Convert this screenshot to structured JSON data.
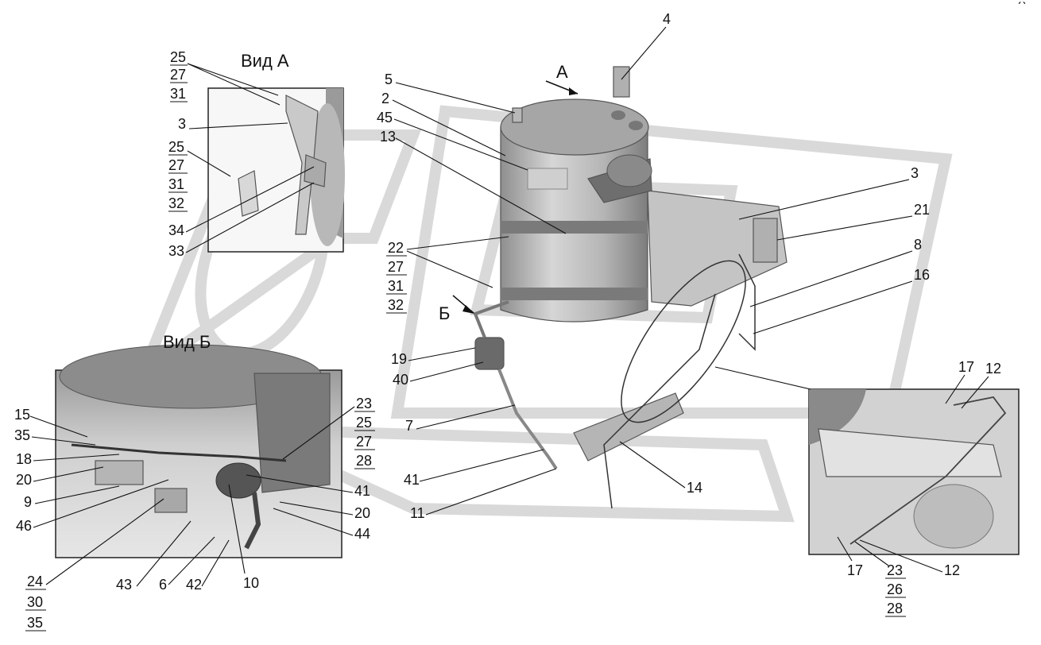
{
  "views": {
    "view_a_title": "Вид А",
    "view_b_title": "Вид Б",
    "arrow_a": "А",
    "arrow_b": "Б"
  },
  "corner_mark": "ˊˋ",
  "inset_a_labels": {
    "s25a": "25",
    "s27a": "27",
    "s31a": "31",
    "p3": "3",
    "s25b": "25",
    "s27b": "27",
    "s31b": "31",
    "s32b": "32",
    "p34": "34",
    "p33": "33"
  },
  "main_labels": {
    "p4": "4",
    "p5": "5",
    "p2": "2",
    "p45": "45",
    "p13": "13",
    "p3r": "3",
    "p21": "21",
    "p8": "8",
    "p16": "16",
    "s22": "22",
    "s27": "27",
    "s31": "31",
    "s32": "32",
    "p19": "19",
    "p40": "40",
    "p7": "7",
    "p41": "41",
    "p11": "11",
    "p14": "14"
  },
  "inset_b_labels": {
    "p15": "15",
    "p35": "35",
    "p18": "18",
    "p20": "20",
    "p9": "9",
    "p46": "46",
    "s23": "23",
    "s25": "25",
    "s27": "27",
    "s28": "28",
    "p41": "41",
    "p20r": "20",
    "p44": "44",
    "s24": "24",
    "s30": "30",
    "s35": "35",
    "p43": "43",
    "p6": "6",
    "p42": "42",
    "p10": "10"
  },
  "inset_c_labels": {
    "p17a": "17",
    "p12a": "12",
    "p17b": "17",
    "s23": "23",
    "s26": "26",
    "s28": "28",
    "p12b": "12"
  }
}
